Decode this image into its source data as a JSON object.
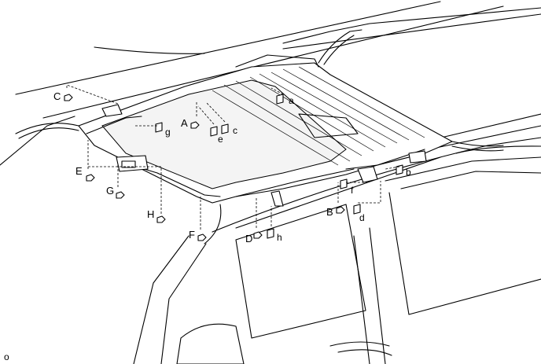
{
  "labels": {
    "A": "A",
    "B": "B",
    "C": "C",
    "D": "D",
    "E": "E",
    "F": "F",
    "G": "G",
    "H": "H",
    "a": "a",
    "b": "b",
    "c": "c",
    "d": "d",
    "e": "e",
    "f": "f",
    "g": "g",
    "h": "h"
  },
  "figure_id": "o"
}
